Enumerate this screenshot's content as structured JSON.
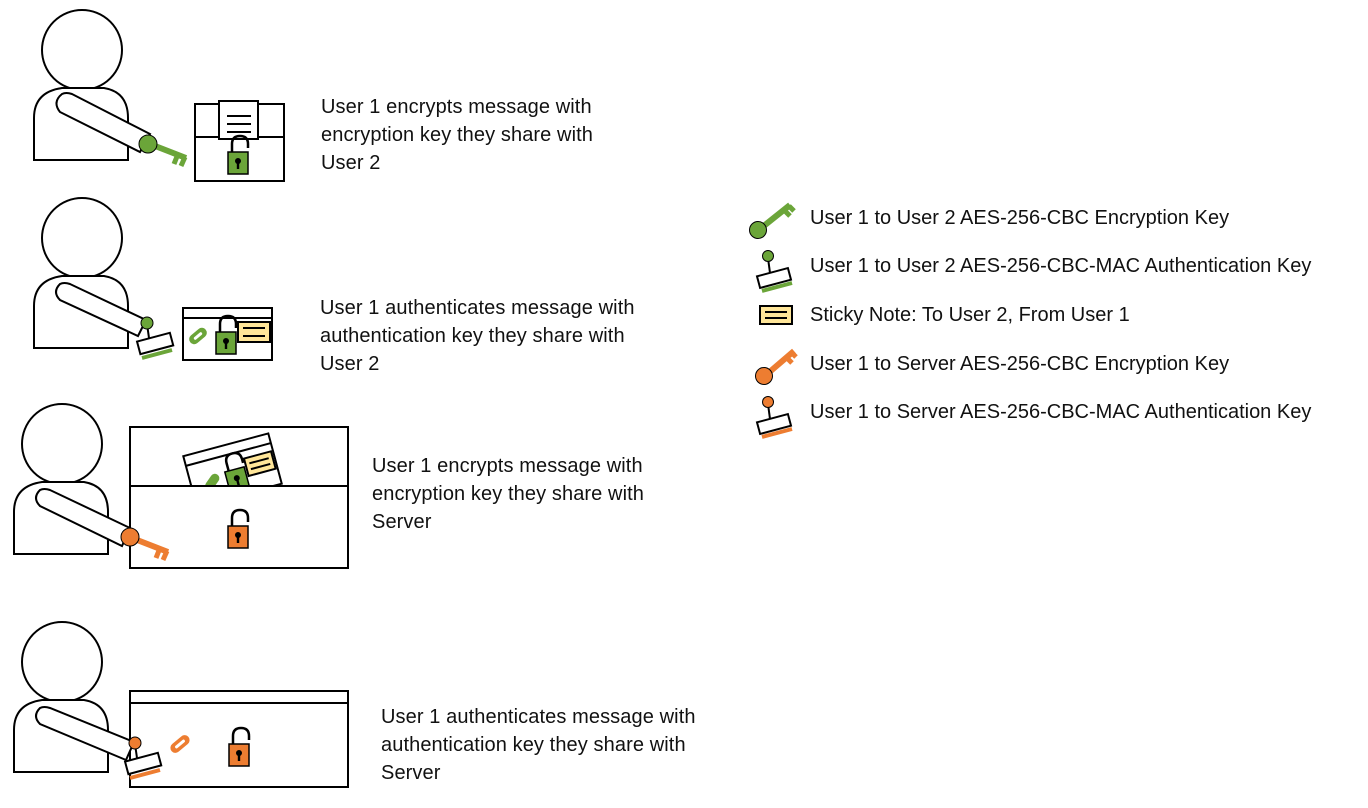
{
  "colors": {
    "green": "#6ba539",
    "orange": "#ed7d31",
    "note_yellow": "#ffe699",
    "outline": "#000000"
  },
  "steps": [
    {
      "lines": [
        "User 1 encrypts message with",
        "encryption key they share with",
        "User 2"
      ]
    },
    {
      "lines": [
        "User 1 authenticates message with",
        "authentication key they share with",
        "User 2"
      ]
    },
    {
      "lines": [
        "User 1 encrypts message with",
        "encryption key they share with",
        "Server"
      ]
    },
    {
      "lines": [
        "User 1 authenticates message with",
        "authentication key they share with",
        "Server"
      ]
    }
  ],
  "legend": [
    {
      "icon": "green-key-icon",
      "label": "User 1 to User 2 AES-256-CBC Encryption Key"
    },
    {
      "icon": "green-stamp-icon",
      "label": "User 1 to User 2 AES-256-CBC-MAC Authentication Key"
    },
    {
      "icon": "sticky-note-icon",
      "label": "Sticky Note: To User 2, From User 1"
    },
    {
      "icon": "orange-key-icon",
      "label": "User 1 to Server AES-256-CBC Encryption Key"
    },
    {
      "icon": "orange-stamp-icon",
      "label": "User 1 to Server AES-256-CBC-MAC Authentication Key"
    }
  ]
}
